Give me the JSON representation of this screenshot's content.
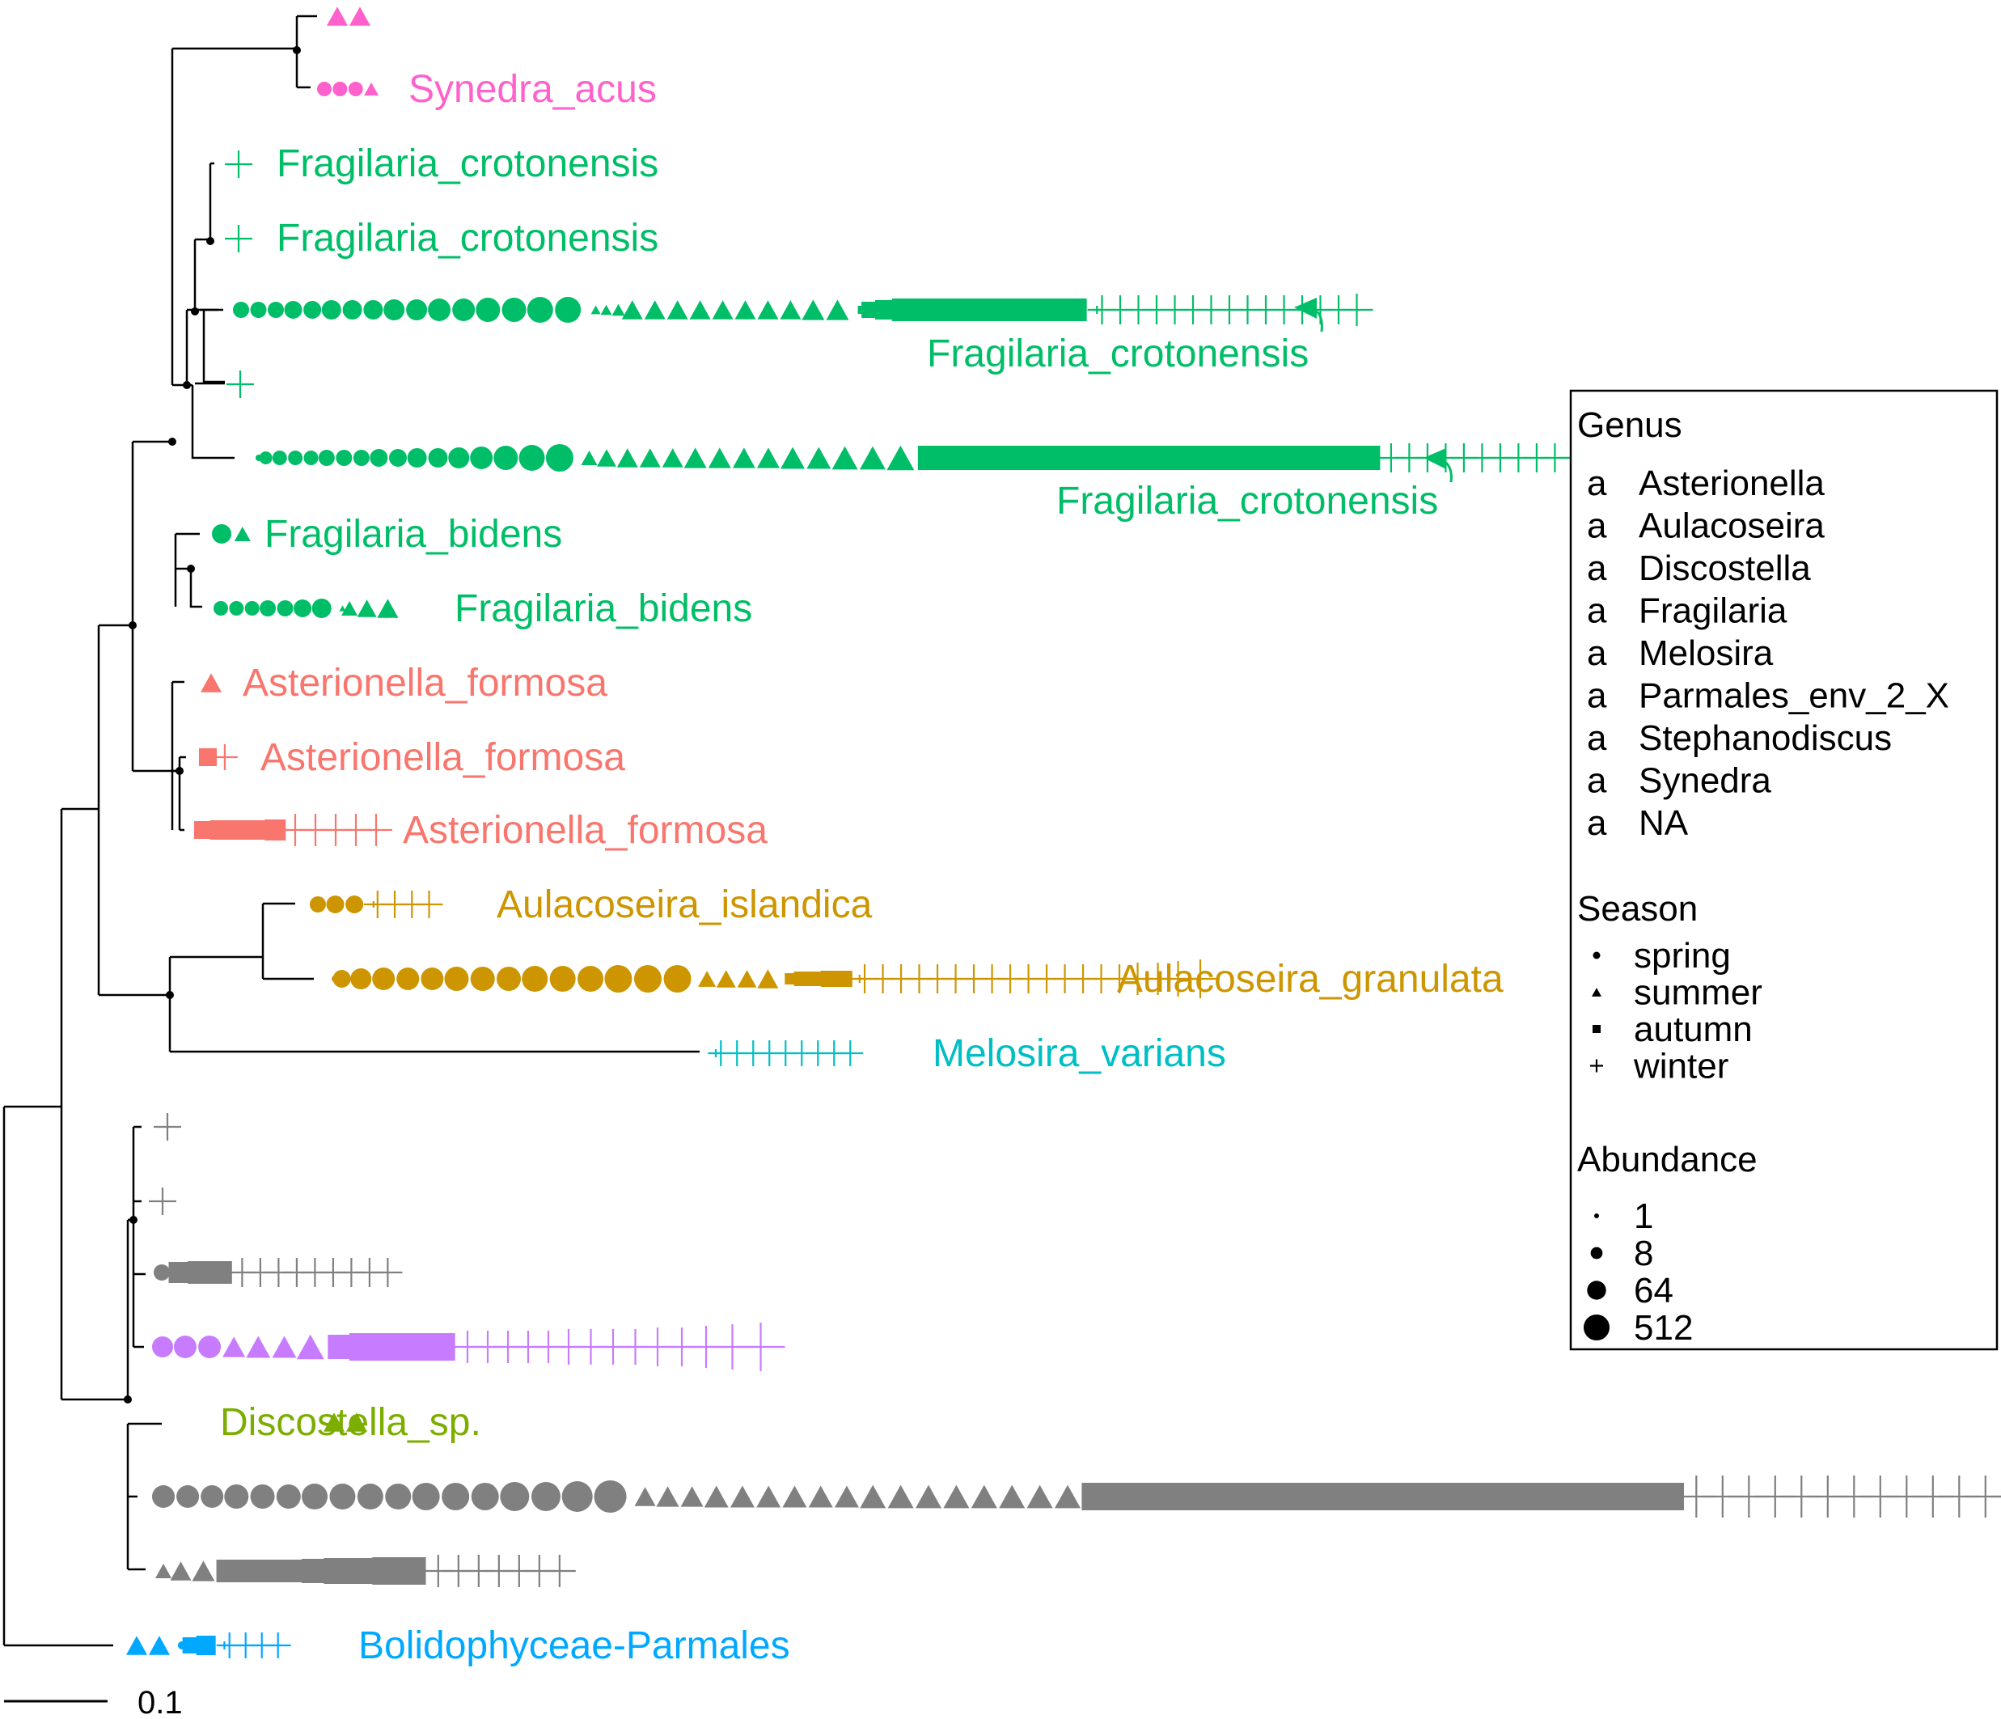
{
  "genus_colors": {
    "Asterionella": "#F8766D",
    "Aulacoseira": "#CD9600",
    "Discostella": "#7CAE00",
    "Fragilaria": "#00BE67",
    "Melosira": "#00BFC4",
    "Parmales_env_2_X": "#00A9FF",
    "Stephanodiscus": "#C77CFF",
    "Synedra": "#FF61CC",
    "NA": "#808080"
  },
  "tips": [
    {
      "label": "",
      "genus": "Synedra",
      "seasons": "tt"
    },
    {
      "label": "Synedra_acus",
      "genus": "Synedra",
      "seasons": "cccx"
    },
    {
      "label": "Fragilaria_crotonensis",
      "genus": "Fragilaria",
      "seasons": "w"
    },
    {
      "label": "Fragilaria_crotonensis",
      "genus": "Fragilaria",
      "seasons": "w"
    },
    {
      "label": "Fragilaria_crotonensis",
      "genus": "Fragilaria",
      "seasons": "long1"
    },
    {
      "label": "",
      "genus": "Fragilaria",
      "seasons": "w"
    },
    {
      "label": "Fragilaria_crotonensis",
      "genus": "Fragilaria",
      "seasons": "long2"
    },
    {
      "label": "Fragilaria_bidens",
      "genus": "Fragilaria",
      "seasons": "ct"
    },
    {
      "label": "Fragilaria_bidens",
      "genus": "Fragilaria",
      "seasons": "ctt"
    },
    {
      "label": "Asterionella_formosa",
      "genus": "Asterionella",
      "seasons": "t"
    },
    {
      "label": "Asterionella_formosa",
      "genus": "Asterionella",
      "seasons": "sw"
    },
    {
      "label": "Asterionella_formosa",
      "genus": "Asterionella",
      "seasons": "sw2"
    },
    {
      "label": "Aulacoseira_islandica",
      "genus": "Aulacoseira",
      "seasons": "cw"
    },
    {
      "label": "Aulacoseira_granulata",
      "genus": "Aulacoseira",
      "seasons": "long3"
    },
    {
      "label": "Melosira_varians",
      "genus": "Melosira",
      "seasons": "w2"
    },
    {
      "label": "",
      "genus": "NA",
      "seasons": "w"
    },
    {
      "label": "",
      "genus": "NA",
      "seasons": "w"
    },
    {
      "label": "",
      "genus": "NA",
      "seasons": "csw"
    },
    {
      "label": "",
      "genus": "Stephanodiscus",
      "seasons": "ctsw"
    },
    {
      "label": "Discostella_sp.",
      "genus": "Discostella",
      "seasons": "tt"
    },
    {
      "label": "",
      "genus": "NA",
      "seasons": "long4"
    },
    {
      "label": "",
      "genus": "NA",
      "seasons": "tsw"
    },
    {
      "label": "Bolidophyceae-Parmales",
      "genus": "Parmales_env_2_X",
      "seasons": "tsw2"
    }
  ],
  "legend": {
    "genus_title": "Genus",
    "genus_glyph": "a",
    "genus_items": [
      {
        "label": "Asterionella",
        "color": "#F8766D"
      },
      {
        "label": "Aulacoseira",
        "color": "#CD9600"
      },
      {
        "label": "Discostella",
        "color": "#7CAE00"
      },
      {
        "label": "Fragilaria",
        "color": "#00BE67"
      },
      {
        "label": "Melosira",
        "color": "#00BFC4"
      },
      {
        "label": "Parmales_env_2_X",
        "color": "#00A9FF"
      },
      {
        "label": "Stephanodiscus",
        "color": "#C77CFF"
      },
      {
        "label": "Synedra",
        "color": "#FF61CC"
      },
      {
        "label": "NA",
        "color": "#808080"
      }
    ],
    "season_title": "Season",
    "season_items": [
      {
        "label": "spring",
        "shape": "circle"
      },
      {
        "label": "summer",
        "shape": "triangle"
      },
      {
        "label": "autumn",
        "shape": "square"
      },
      {
        "label": "winter",
        "shape": "plus"
      }
    ],
    "abundance_title": "Abundance",
    "abundance_items": [
      {
        "label": "1",
        "value": 1
      },
      {
        "label": "8",
        "value": 8
      },
      {
        "label": "64",
        "value": 64
      },
      {
        "label": "512",
        "value": 512
      }
    ]
  },
  "scale_bar": {
    "label": "0.1"
  }
}
